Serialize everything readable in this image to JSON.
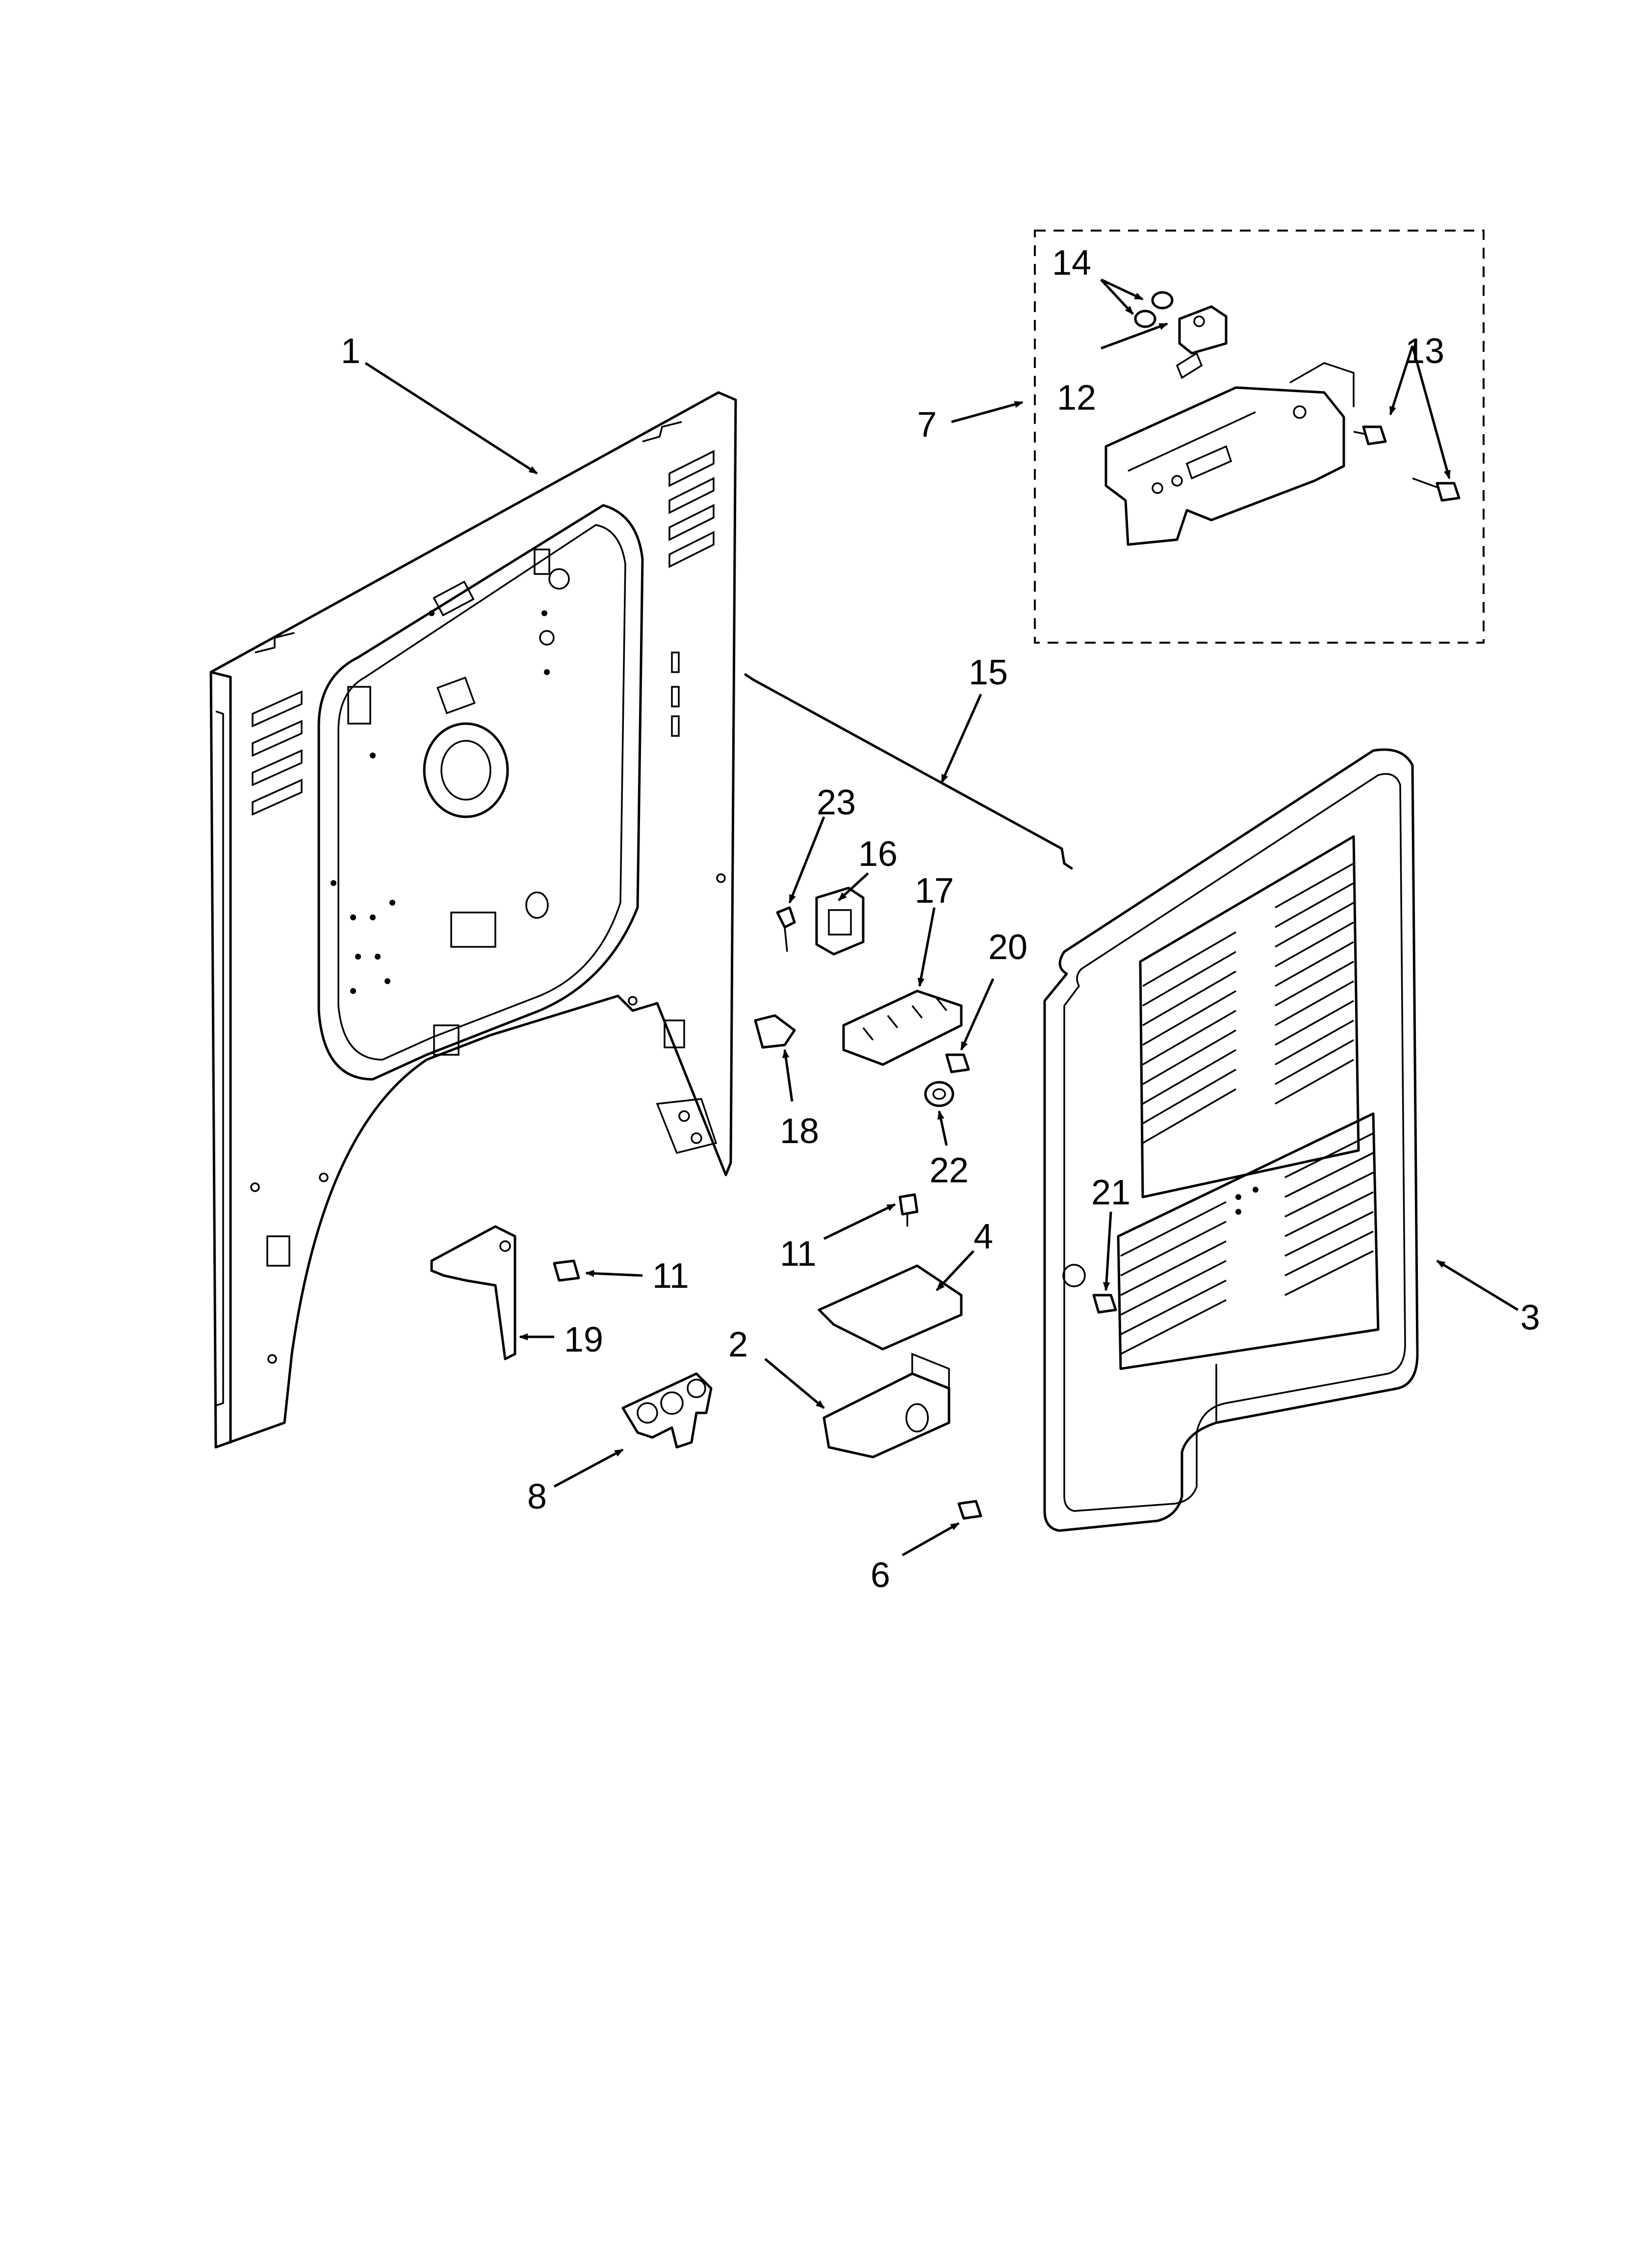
{
  "callouts": [
    "1",
    "2",
    "3",
    "4",
    "6",
    "7",
    "8",
    "11",
    "11",
    "12",
    "13",
    "14",
    "15",
    "16",
    "17",
    "18",
    "19",
    "20",
    "21",
    "22",
    "23"
  ],
  "colors": {
    "line": "#000000",
    "background": "#ffffff"
  }
}
